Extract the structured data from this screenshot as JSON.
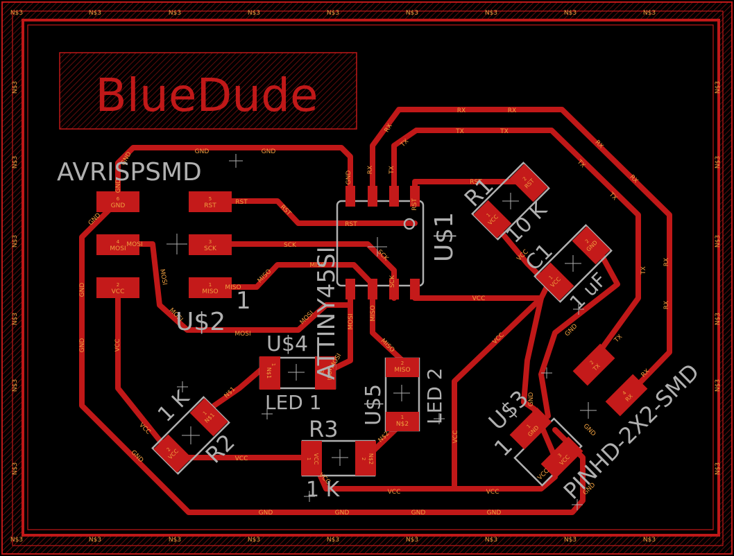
{
  "board": {
    "title": "BlueDude",
    "net_edge_label": "N$3",
    "theme": {
      "background": "#000000",
      "copper": "#c01818",
      "pad": "#c41a1a",
      "net_text": "#f0a040",
      "silk": "#b0b0b0",
      "title_color": "#c01818"
    }
  },
  "components": {
    "avrisp_name": "AVRISPSMD",
    "avrisp_value": "U$2",
    "avrisp_pin1": "1",
    "mcu_name": "ATTINY45SI",
    "mcu_ref": "U$1",
    "r1_ref": "R1",
    "r1_value": "10 K",
    "c1_ref": "C1",
    "c1_value": "1 uF",
    "r2_ref": "R2",
    "r2_value": "1 K",
    "r3_ref": "R3",
    "r3_value": "1 K",
    "u4_ref": "U$4",
    "led1_name": "LED 1",
    "u5_ref": "U$5",
    "led2_name": "LED 2",
    "u3_ref": "U$3",
    "u3_pin1": "1",
    "pinhd_name": "PINHD-2X2-SMD"
  },
  "pads": {
    "p6": {
      "num": "6",
      "net": "GND"
    },
    "p5": {
      "num": "5",
      "net": "RST"
    },
    "p4": {
      "num": "4",
      "net": "MOSI"
    },
    "p3": {
      "num": "3",
      "net": "SCK"
    },
    "p2": {
      "num": "2",
      "net": "VCC"
    },
    "p1": {
      "num": "1",
      "net": "MISO"
    },
    "r1a": {
      "num": "2",
      "net": "RST"
    },
    "r1b": {
      "num": "1",
      "net": "VCC"
    },
    "c1a": {
      "num": "2",
      "net": "GND"
    },
    "c1b": {
      "num": "1",
      "net": "VCC"
    },
    "r2a": {
      "num": "1",
      "net": "N$1"
    },
    "r2b": {
      "num": "2",
      "net": "VCC"
    },
    "led1a": {
      "num": "1",
      "net": "N$1"
    },
    "led1b": {
      "num": "2",
      "net": "MOSI"
    },
    "led2a": {
      "num": "2",
      "net": "MISO"
    },
    "led2b": {
      "num": "1",
      "net": "N$2"
    },
    "r3a": {
      "num": "1",
      "net": "VCC"
    },
    "r3b": {
      "num": "2",
      "net": "N$2"
    },
    "ftdi_tx": {
      "num": "2",
      "net": "TX"
    },
    "ftdi_rx": {
      "num": "4",
      "net": "RX"
    },
    "ftdi_gnd": {
      "num": "1",
      "net": "GND"
    },
    "ftdi_vcc": {
      "num": "3",
      "net": "VCC"
    }
  },
  "trace_labels": {
    "gnd": "GND",
    "vcc": "VCC",
    "rst": "RST",
    "sck": "SCK",
    "mosi": "MOSI",
    "miso": "MISO",
    "tx": "TX",
    "rx": "RX",
    "n1": "N$1",
    "n2": "N$2"
  }
}
